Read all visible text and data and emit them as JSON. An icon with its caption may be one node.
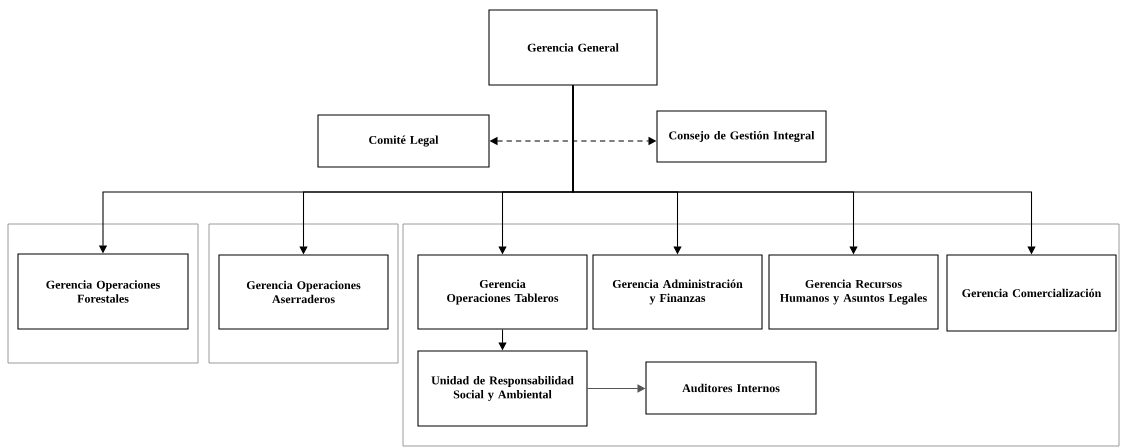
{
  "diagram": {
    "nodes": [
      {
        "text": [
          "Gerencia General"
        ]
      },
      {
        "text": [
          "Comité Legal"
        ]
      },
      {
        "text": [
          "Consejo de Gestión Integral"
        ]
      },
      {
        "text": [],
        "shape": "box"
      },
      {
        "text": [
          "Gerencia Operaciones Forestales"
        ],
        "in": 3
      },
      {
        "text": [],
        "shape": "box"
      },
      {
        "text": [
          "Gerencia Operaciones Aserraderos"
        ],
        "in": 5
      },
      {
        "text": [],
        "shape": "box"
      },
      {
        "text": [
          "Gerencia Operaciones Tableros"
        ],
        "in": 7
      },
      {
        "text": [
          "Gerencia Administración y Finanzas"
        ],
        "in": 7
      },
      {
        "text": [
          "Gerencia Recursos Humanos y Asuntos Legales"
        ],
        "in": 7
      },
      {
        "text": [
          "Gerencia Comercialización"
        ],
        "in": 7
      },
      {
        "text": [
          "Unidad de Responsabilidad Social y Ambiental"
        ],
        "in": 7
      },
      {
        "text": [
          "Auditores Internos"
        ],
        "in": 7
      }
    ],
    "edges": [
      {
        "from": 1,
        "to": 2,
        "arrow": "both",
        "style": "dashed"
      },
      {
        "from": 0,
        "to": 4,
        "arrow": "to"
      },
      {
        "from": 0,
        "to": 6,
        "arrow": "to"
      },
      {
        "from": 0,
        "to": 8,
        "arrow": "to"
      },
      {
        "from": 0,
        "to": 9,
        "arrow": "to"
      },
      {
        "from": 0,
        "to": 10,
        "arrow": "to"
      },
      {
        "from": 0,
        "to": 11,
        "arrow": "to"
      },
      {
        "from": 8,
        "to": 12,
        "arrow": "to"
      },
      {
        "from": 12,
        "to": 13,
        "arrow": "to",
        "color": "#555555"
      }
    ]
  }
}
